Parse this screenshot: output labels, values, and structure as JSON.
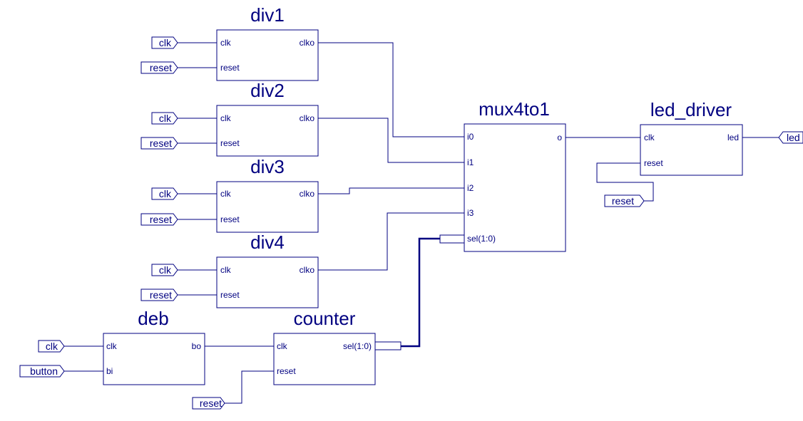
{
  "blocks": {
    "div1": {
      "name": "div1",
      "pin_clk": "clk",
      "pin_reset": "reset",
      "pin_clko": "clko"
    },
    "div2": {
      "name": "div2",
      "pin_clk": "clk",
      "pin_reset": "reset",
      "pin_clko": "clko"
    },
    "div3": {
      "name": "div3",
      "pin_clk": "clk",
      "pin_reset": "reset",
      "pin_clko": "clko"
    },
    "div4": {
      "name": "div4",
      "pin_clk": "clk",
      "pin_reset": "reset",
      "pin_clko": "clko"
    },
    "mux": {
      "name": "mux4to1",
      "pin_i0": "i0",
      "pin_i1": "i1",
      "pin_i2": "i2",
      "pin_i3": "i3",
      "pin_sel": "sel(1:0)",
      "pin_o": "o"
    },
    "led_driver": {
      "name": "led_driver",
      "pin_clk": "clk",
      "pin_reset": "reset",
      "pin_led": "led"
    },
    "deb": {
      "name": "deb",
      "pin_clk": "clk",
      "pin_bi": "bi",
      "pin_bo": "bo"
    },
    "counter": {
      "name": "counter",
      "pin_clk": "clk",
      "pin_reset": "reset",
      "pin_sel": "sel(1:0)"
    }
  },
  "ports": {
    "div1_clk": "clk",
    "div1_reset": "reset",
    "div2_clk": "clk",
    "div2_reset": "reset",
    "div3_clk": "clk",
    "div3_reset": "reset",
    "div4_clk": "clk",
    "div4_reset": "reset",
    "deb_clk": "clk",
    "deb_button": "button",
    "counter_reset": "reset",
    "led_reset": "reset",
    "led_out": "led"
  },
  "colors": {
    "ink": "#000080",
    "background": "#ffffff"
  }
}
